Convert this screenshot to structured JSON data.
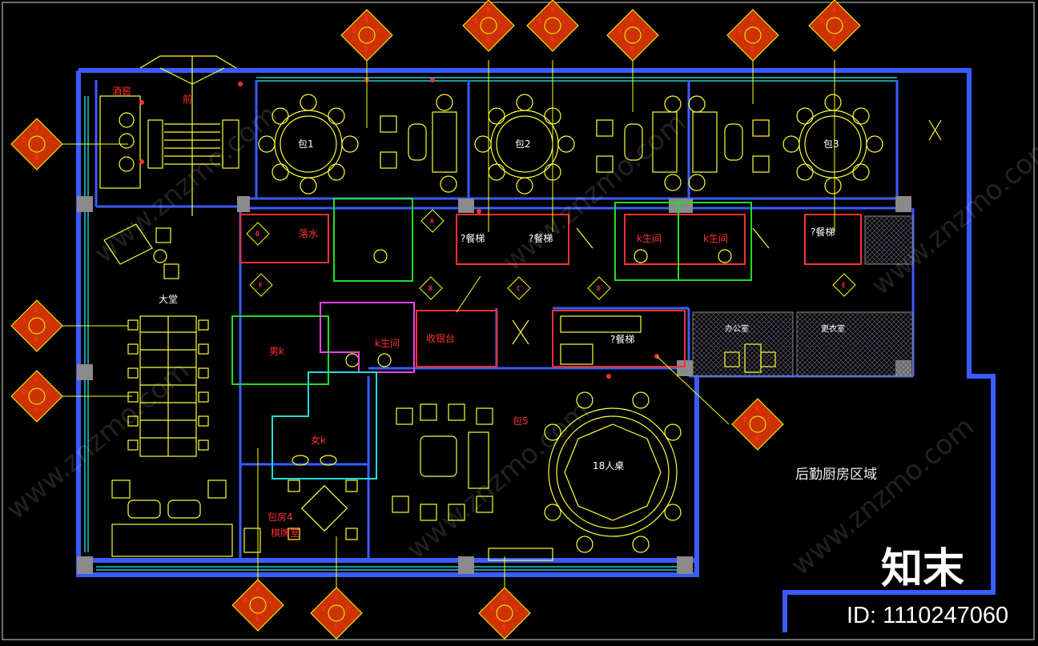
{
  "rooms": {
    "wine_cellar": "酒窖",
    "front": "前",
    "private_room_1": "包1",
    "private_room_2": "包2",
    "private_room_3": "包3",
    "private_room_4": "包房4",
    "private_room_5": "包5",
    "hall": "大堂",
    "sink": "落水",
    "pantry_1": "?餐梯",
    "pantry_2": "?餐梯",
    "toilet_1": "k生间",
    "toilet_2": "k生间",
    "pantry_3": "?餐梯",
    "mens": "男k",
    "toilet_3": "k生间",
    "reception": "收银台",
    "pantry_4": "?餐梯",
    "office": "办公室",
    "staff": "更衣室",
    "womens": "女k",
    "table_18": "18人桌",
    "mahjong": "棋牌室",
    "kitchen": "后勤厨房区域"
  },
  "tag_letters": [
    "A",
    "B",
    "C",
    "D",
    "E",
    "F"
  ],
  "logo": {
    "text": "知末",
    "id": "ID: 1110247060"
  },
  "watermark": "www.znzmo.com",
  "colors": {
    "background": "#000000",
    "wall": "#3a5cff",
    "furniture": "#ffff33",
    "label": "#ff3030",
    "tag_fill": "#cc3300",
    "tag_border": "#ffff00",
    "green_box": "#22dd22",
    "magenta_box": "#ee44ee",
    "cyan_box": "#22dddd"
  }
}
